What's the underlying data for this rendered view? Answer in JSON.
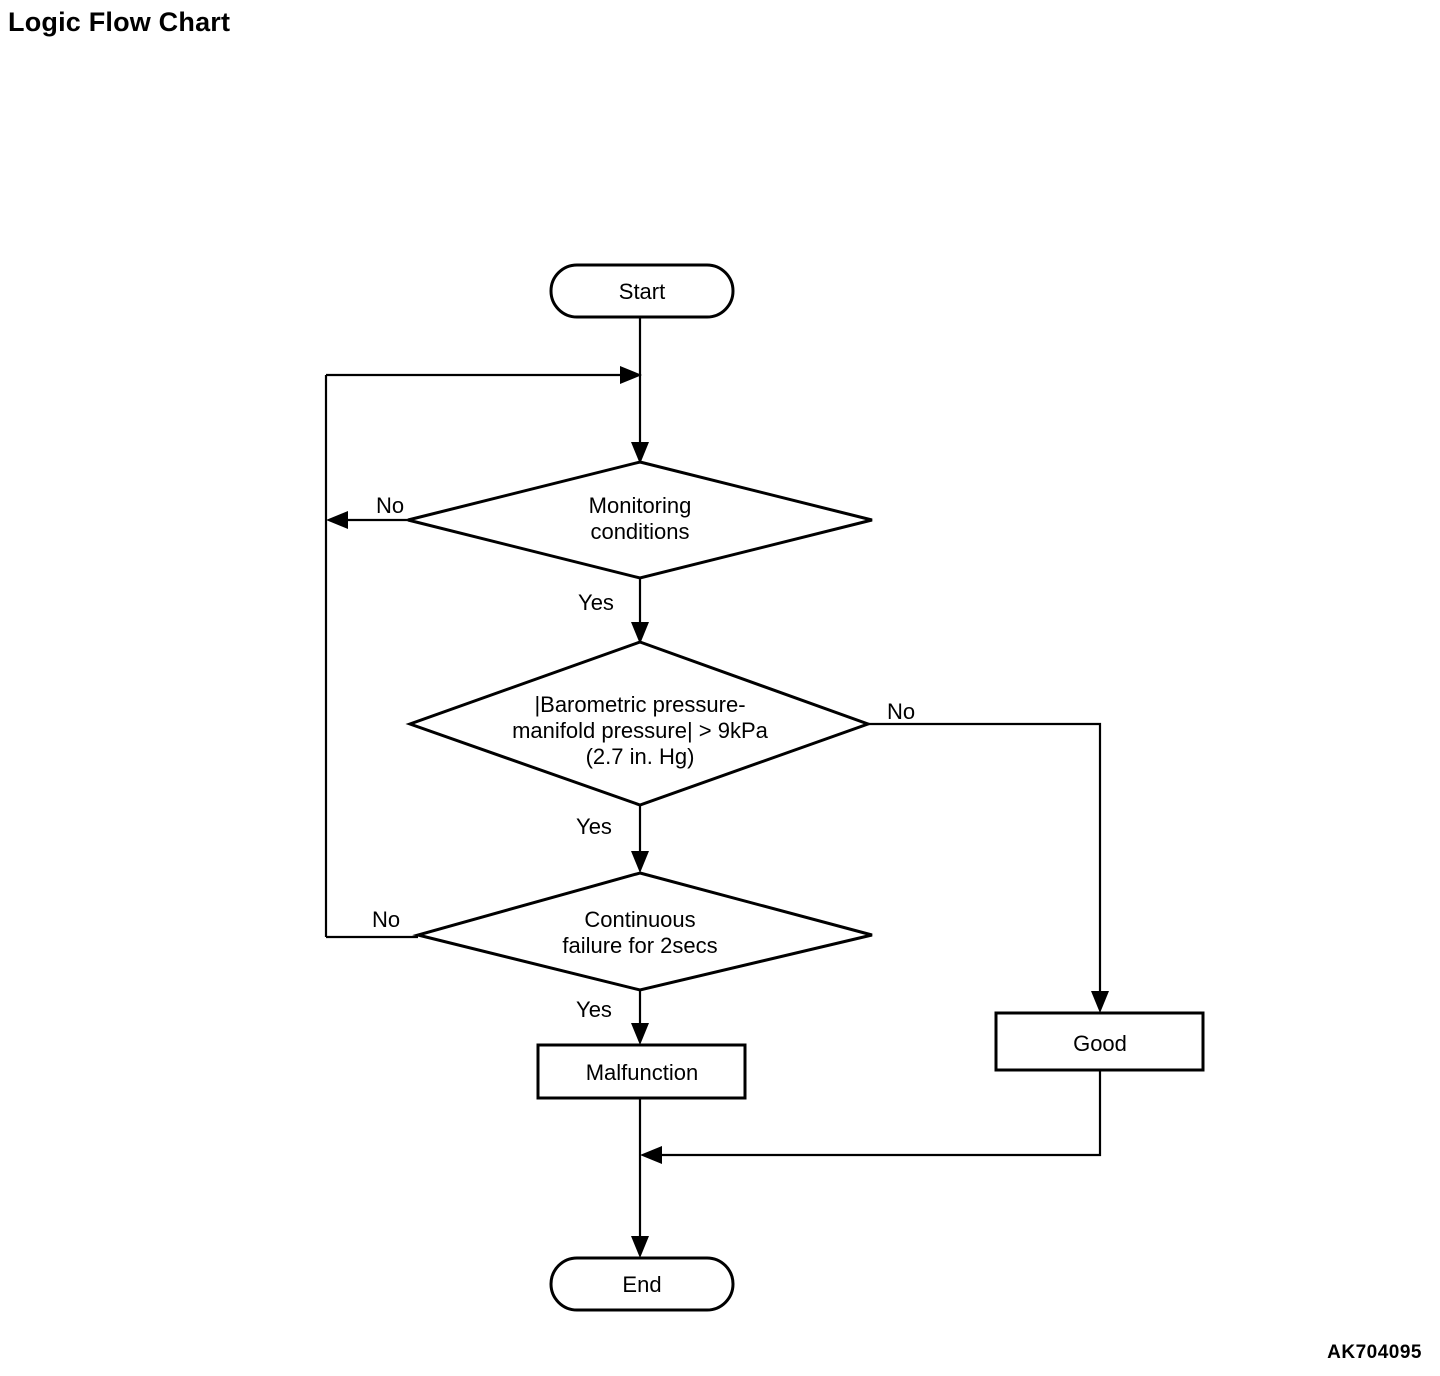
{
  "page": {
    "title": "Logic Flow Chart",
    "reference_code": "AK704095",
    "background_color": "#ffffff",
    "ink_color": "#000000"
  },
  "chart_data": {
    "type": "diagram",
    "diagram_kind": "flowchart",
    "title": "Logic Flow Chart",
    "nodes": [
      {
        "id": "start",
        "shape": "terminator",
        "label": "Start"
      },
      {
        "id": "monitoring",
        "shape": "decision",
        "label_line1": "Monitoring",
        "label_line2": "conditions"
      },
      {
        "id": "pressure",
        "shape": "decision",
        "label_line1": "|Barometric pressure-",
        "label_line2": "manifold pressure| > 9kPa",
        "label_line3": "(2.7 in. Hg)"
      },
      {
        "id": "continuous",
        "shape": "decision",
        "label_line1": "Continuous",
        "label_line2": "failure for 2secs"
      },
      {
        "id": "malfunction",
        "shape": "process",
        "label": "Malfunction"
      },
      {
        "id": "good",
        "shape": "process",
        "label": "Good"
      },
      {
        "id": "end",
        "shape": "terminator",
        "label": "End"
      }
    ],
    "edges": [
      {
        "from": "start",
        "to": "monitoring",
        "label": ""
      },
      {
        "from": "monitoring",
        "to": "monitoring",
        "label": "No",
        "routing": "left-loop-back-to-entry"
      },
      {
        "from": "monitoring",
        "to": "pressure",
        "label": "Yes"
      },
      {
        "from": "pressure",
        "to": "good",
        "label": "No",
        "routing": "right-then-down"
      },
      {
        "from": "pressure",
        "to": "continuous",
        "label": "Yes"
      },
      {
        "from": "continuous",
        "to": "monitoring",
        "label": "No",
        "routing": "left-loop-back-to-entry"
      },
      {
        "from": "continuous",
        "to": "malfunction",
        "label": "Yes"
      },
      {
        "from": "malfunction",
        "to": "end",
        "label": ""
      },
      {
        "from": "good",
        "to": "end",
        "label": "",
        "routing": "down-then-left-merge"
      }
    ]
  },
  "labels": {
    "start": "Start",
    "end": "End",
    "malfunction": "Malfunction",
    "good": "Good",
    "monitoring_l1": "Monitoring",
    "monitoring_l2": "conditions",
    "pressure_l1": "|Barometric pressure-",
    "pressure_l2": "manifold pressure| > 9kPa",
    "pressure_l3": "(2.7 in. Hg)",
    "continuous_l1": "Continuous",
    "continuous_l2": "failure for 2secs",
    "no_monitoring": "No",
    "yes_monitoring": "Yes",
    "no_pressure": "No",
    "yes_pressure": "Yes",
    "no_continuous": "No",
    "yes_continuous": "Yes"
  }
}
